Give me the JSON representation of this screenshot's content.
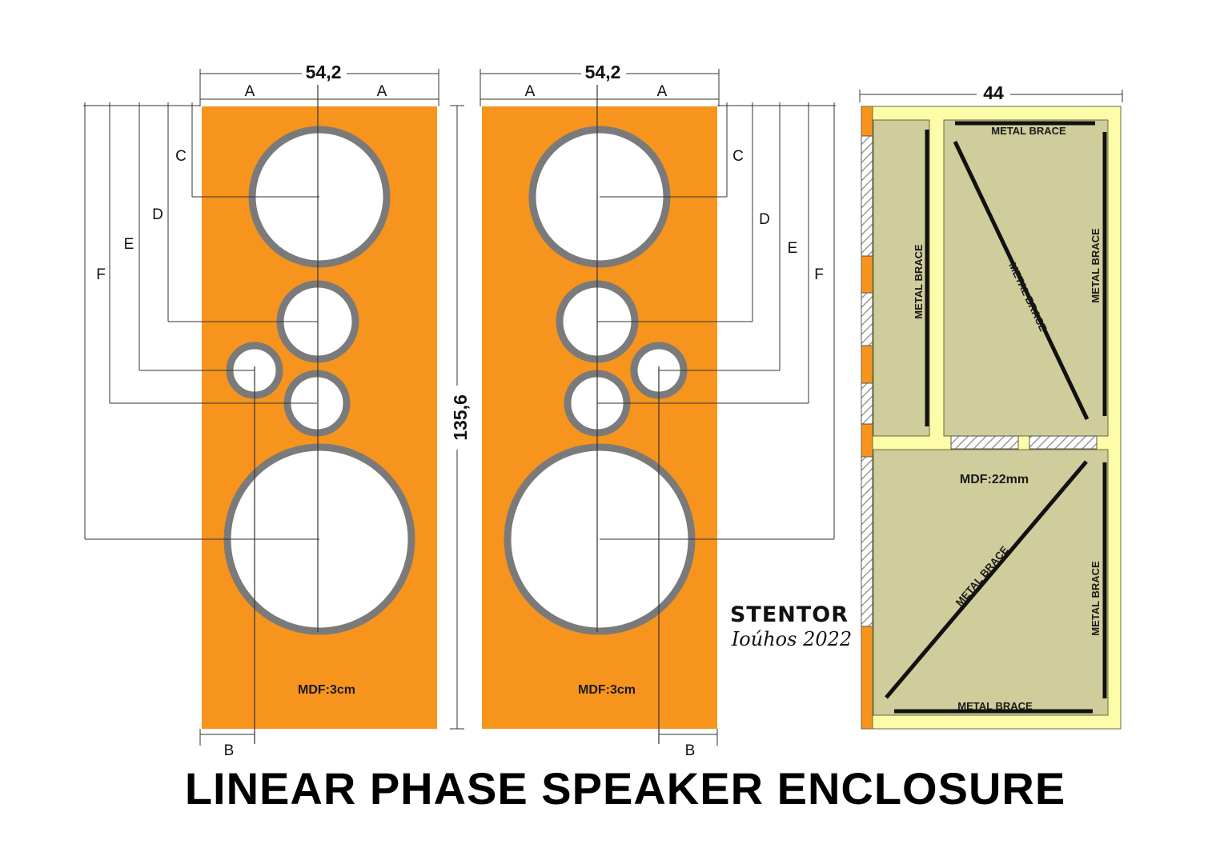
{
  "title": "LINEAR PHASE SPEAKER ENCLOSURE",
  "brand": {
    "name": "STENTOR",
    "signature": "Ioúhos 2022"
  },
  "colors": {
    "baffle": "#f7941d",
    "ring": "#7a7a7a",
    "frame": "#fdfca8",
    "interior": "#cfcd9b",
    "hatch": "#888888",
    "brace": "#111111"
  },
  "front_views": [
    {
      "width_label": "54,2",
      "half_labels": [
        "A",
        "A"
      ],
      "offset_label": "B",
      "vertical_labels": [
        "C",
        "D",
        "E",
        "F"
      ],
      "material": "MDF:3cm",
      "tweeter_side": "left"
    },
    {
      "width_label": "54,2",
      "half_labels": [
        "A",
        "A"
      ],
      "offset_label": "B",
      "vertical_labels": [
        "C",
        "D",
        "E",
        "F"
      ],
      "material": "MDF:3cm",
      "tweeter_side": "right"
    }
  ],
  "height_label": "135,6",
  "side_view": {
    "depth_label": "44",
    "material": "MDF:22mm",
    "braces": {
      "top_horizontal": "METAL BRACE",
      "top_left_vertical": "METAL BRACE",
      "top_diagonal": "METAL BRACE",
      "top_right_vertical": "METAL BRACE",
      "bottom_diagonal": "METAL BRACE",
      "bottom_right_vertical": "METAL BRACE",
      "bottom_horizontal": "METAL BRACE"
    }
  }
}
